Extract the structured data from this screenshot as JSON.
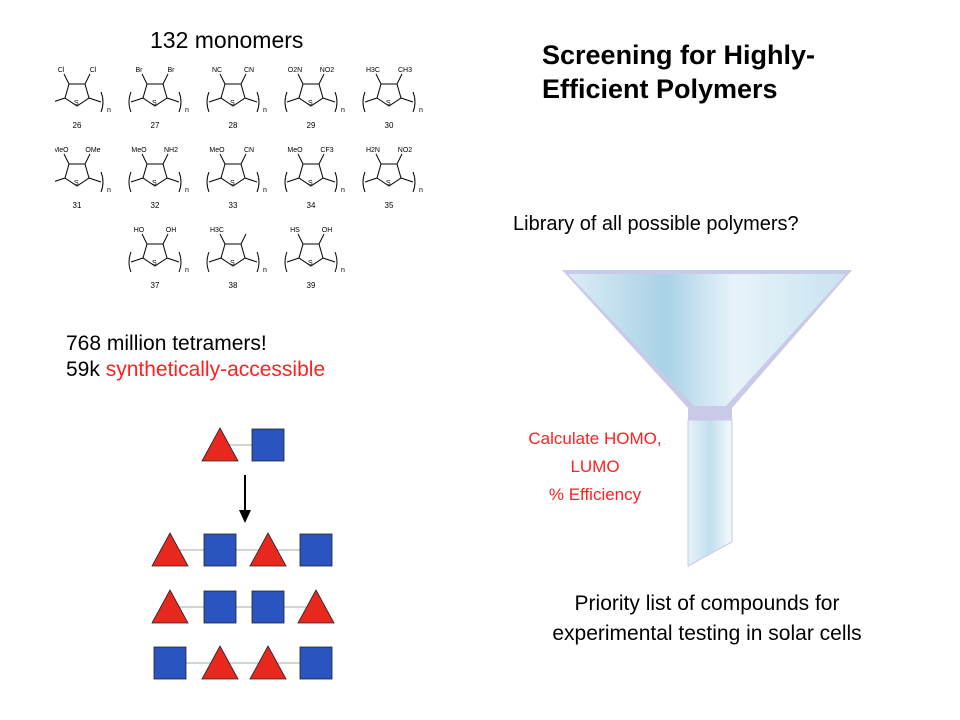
{
  "title_lines": [
    "Screening for Highly-",
    "Efficient Polymers"
  ],
  "monomers_title": "132 monomers",
  "tetramers": {
    "line1": "768 million tetramers!",
    "line2_prefix": "59k ",
    "line2_highlight": "synthetically-accessible"
  },
  "library_question": "Library of all possible polymers?",
  "calculate_lines": [
    "Calculate HOMO,",
    "LUMO",
    "% Efficiency"
  ],
  "priority_lines": [
    "Priority list of compounds for",
    "experimental testing in solar cells"
  ],
  "colors": {
    "triangle": "#e8281e",
    "square": "#2a55c0",
    "funnel": "#bfe0ee",
    "highlight": "#ff2020"
  },
  "monomers": [
    {
      "num": "26",
      "left": "Cl",
      "right": "Cl"
    },
    {
      "num": "27",
      "left": "Br",
      "right": "Br"
    },
    {
      "num": "28",
      "left": "NC",
      "right": "CN"
    },
    {
      "num": "29",
      "left": "O2N",
      "right": "NO2"
    },
    {
      "num": "30",
      "left": "H3C",
      "right": "CH3"
    },
    {
      "num": "31",
      "left": "MeO",
      "right": "OMe"
    },
    {
      "num": "32",
      "left": "MeO",
      "right": "NH2"
    },
    {
      "num": "33",
      "left": "MeO",
      "right": "CN"
    },
    {
      "num": "34",
      "left": "MeO",
      "right": "CF3"
    },
    {
      "num": "35",
      "left": "H2N",
      "right": "NO2"
    },
    {
      "num": "37",
      "left": "HO",
      "right": "OH"
    },
    {
      "num": "38",
      "left": "H3C",
      "right": ""
    },
    {
      "num": "39",
      "left": "HS",
      "right": "OH"
    }
  ],
  "tetramer_sequences": [
    [
      "triangle",
      "square"
    ],
    [
      "triangle",
      "square",
      "triangle",
      "square"
    ],
    [
      "triangle",
      "square",
      "square",
      "triangle"
    ],
    [
      "square",
      "triangle",
      "triangle",
      "square"
    ]
  ]
}
